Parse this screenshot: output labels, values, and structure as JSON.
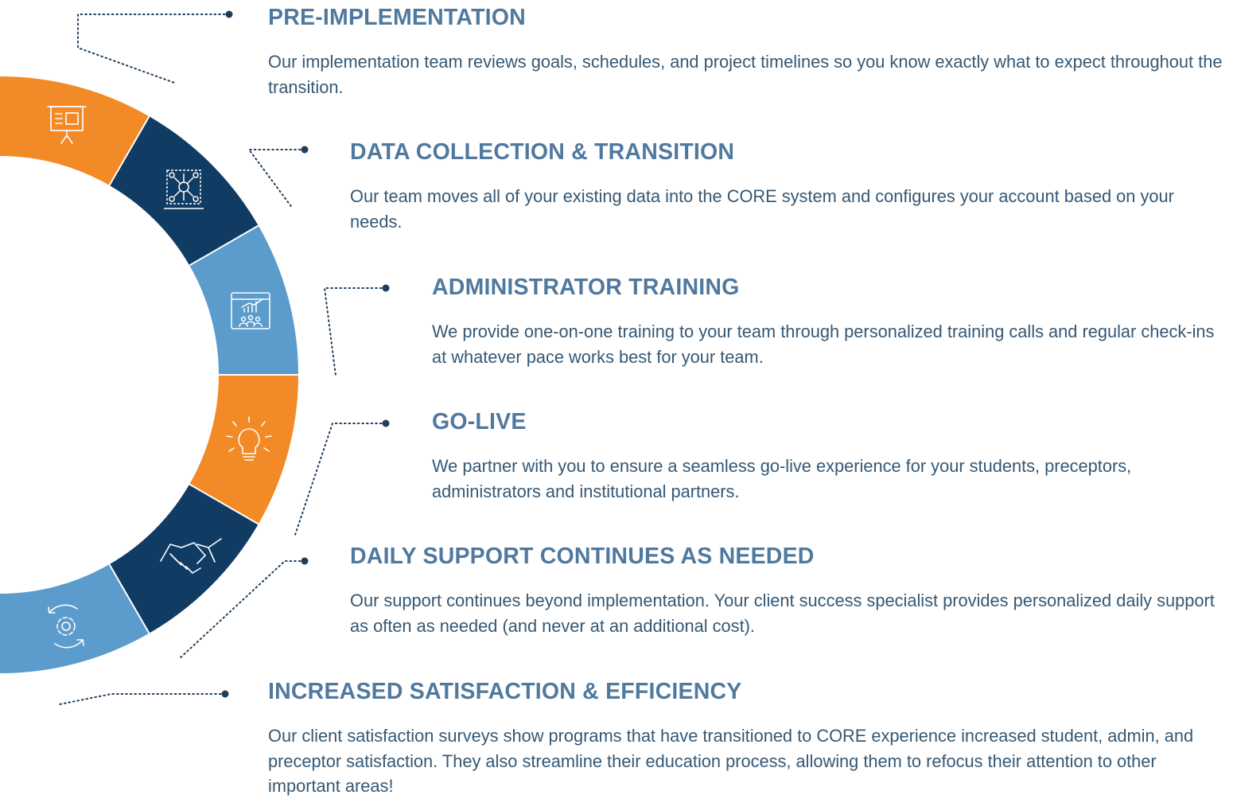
{
  "steps": [
    {
      "title": "PRE-IMPLEMENTATION",
      "text": "Our implementation team reviews goals, schedules, and project timelines so you know exactly what to expect throughout the transition.",
      "icon": "presentation-board-icon"
    },
    {
      "title": "DATA COLLECTION & TRANSITION",
      "text": "Our team moves all of your existing data into the CORE system and configures your account based on your needs.",
      "icon": "data-network-icon"
    },
    {
      "title": "ADMINISTRATOR TRAINING",
      "text": "We provide one-on-one training to your team through personalized training calls and regular check-ins at whatever pace works best for your team.",
      "icon": "training-chart-icon"
    },
    {
      "title": "GO-LIVE",
      "text": "We partner with you to ensure a seamless go-live experience for your students, preceptors, administrators and institutional partners.",
      "icon": "lightbulb-icon"
    },
    {
      "title": "DAILY SUPPORT CONTINUES AS NEEDED",
      "text": "Our support continues beyond implementation. Your client success specialist provides personalized daily support as often as needed (and never at an additional cost).",
      "icon": "handshake-icon"
    },
    {
      "title": "INCREASED SATISFACTION & EFFICIENCY",
      "text": "Our client satisfaction surveys show programs that have transitioned to CORE experience increased student, admin, and preceptor satisfaction. They also streamline their education process, allowing them to refocus their attention to other important areas!",
      "icon": "gear-cycle-icon"
    }
  ],
  "colors": {
    "orange": "#f28a27",
    "navy": "#103c64",
    "light_blue": "#5c9ccc",
    "heading": "#50799f",
    "body_text": "#355874",
    "connector": "#1f3e5a"
  }
}
